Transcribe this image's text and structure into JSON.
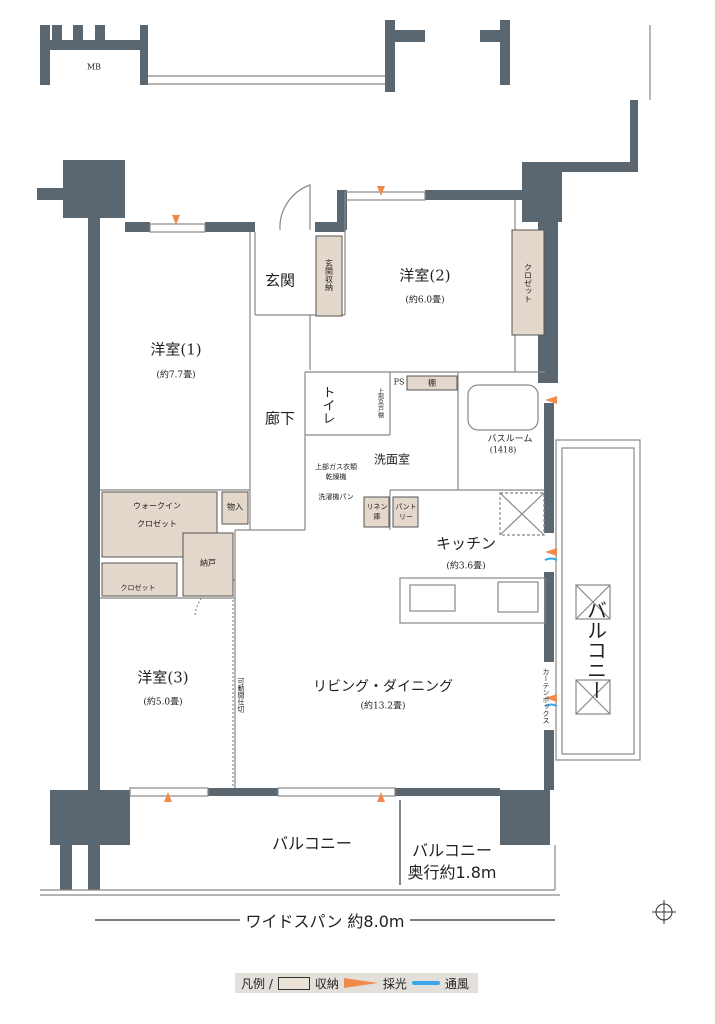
{
  "colors": {
    "wall": "#5a6670",
    "storage": "#e3d8cb",
    "light": "#f08a4b",
    "wind": "#3aa8e8",
    "legend_bg": "#e3e0dc"
  },
  "labels": {
    "mb": "MB",
    "genkan": "玄関",
    "genkan_storage": "玄関収納",
    "room2": "洋室(2)",
    "room2_size": "(約6.0畳)",
    "closet_r2": "クロゼット",
    "room1": "洋室(1)",
    "room1_size": "(約7.7畳)",
    "toilet": "トイレ",
    "toilet_shelf": "上部吊戸棚",
    "ps": "PS",
    "shelf": "棚",
    "hallway": "廊下",
    "bathroom": "バスルーム",
    "bathroom_size": "(1418)",
    "washroom": "洗面室",
    "dryer": "上部ガス衣類乾燥機",
    "washer_pan": "洗濯機パン",
    "linen": "リネン庫",
    "pantry": "パントリー",
    "storage_item": "物入",
    "wic_1": "ウォークイン",
    "wic_2": "クロゼット",
    "closet_r3": "クロゼット",
    "nando": "納戸",
    "kitchen": "キッチン",
    "kitchen_size": "(約3.6畳)",
    "room3": "洋室(3)",
    "room3_size": "(約5.0畳)",
    "movable_partition": "可動間仕切",
    "living": "リビング・ダイニング",
    "living_size": "(約13.2畳)",
    "curtain_box": "カーテンボックス",
    "balcony_side": "バルコニー",
    "balcony": "バルコニー",
    "balcony_depth_1": "バルコニー",
    "balcony_depth_2": "奥行約1.8m",
    "wide_span": "ワイドスパン 約8.0m"
  },
  "legend": {
    "title": "凡例 /",
    "storage": "収納",
    "light": "採光",
    "wind": "通風"
  }
}
